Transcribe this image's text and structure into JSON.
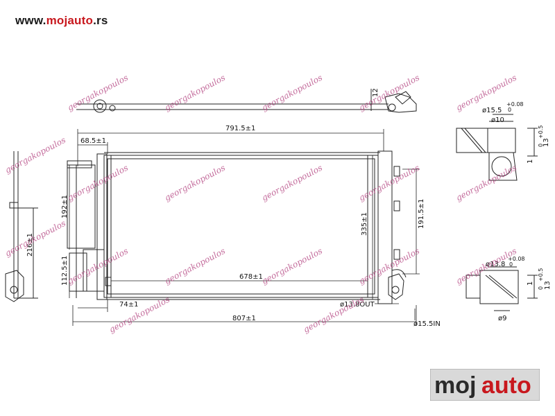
{
  "header": {
    "url_prefix": "www.",
    "url_brand": "mojauto",
    "url_suffix": ".rs"
  },
  "colors": {
    "brand_red": "#c8181e",
    "watermark": "#b03a7a",
    "line": "#222222"
  },
  "watermark_text": "georgakopoulos",
  "dimensions": {
    "overall_width": "791.5±1",
    "left_offset": "68.5±1",
    "core_height": "335±1",
    "right_height": "191.5±1",
    "left_height": "192±1",
    "inner_width": "678±1",
    "bottom_offset": "74±1",
    "total_length": "807±1",
    "outlet": "ø13.8OUT",
    "inlet": "ø15.5IN",
    "left_small": "112.5±1",
    "side_height": "216±1",
    "top_small": "12"
  },
  "detail_top": {
    "outer_dia": "ø15.5",
    "tol": "+0.08",
    "tol_low": "0",
    "inner_dia": "ø10",
    "height": "13",
    "height_tol": "+0.5",
    "height_tol_low": "0",
    "side": "1"
  },
  "detail_bottom": {
    "outer_dia": "ø13.8",
    "tol": "+0.08",
    "tol_low": "0",
    "inner_dia": "ø9",
    "height": "13",
    "height_tol": "+0.5",
    "height_tol_low": "0",
    "side": "1"
  },
  "logo": {
    "part1": "moj",
    "part2": "auto"
  }
}
